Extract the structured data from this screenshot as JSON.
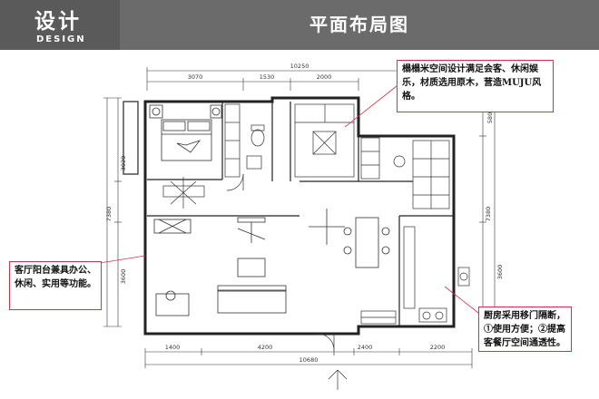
{
  "brand": {
    "cn": "设计",
    "en": "DESIGN"
  },
  "title": "平面布局图",
  "dimensions": {
    "top_total": "10250",
    "top_segments": [
      "3070",
      "1530",
      "2000"
    ],
    "bottom_total": "10680",
    "bottom_segments": [
      "1400",
      "4200",
      "2400",
      "2200"
    ],
    "left": [
      "3020",
      "7380",
      "3600"
    ],
    "right": [
      "580",
      "7380",
      "3600"
    ]
  },
  "callouts": {
    "study": "榻榻米空间设计满足会客、休闲娱乐，材质选用原木，营造MUJU风格。",
    "living": "客厅阳台兼具办公、休闲、实用等功能。",
    "kitchen": "厨房采用移门隔断，①使用方便；②提高客餐厅空间通透性。"
  },
  "colors": {
    "header": "#6b6b6b",
    "brand_bg": "#5a5a5a",
    "callout_border": "#d4304a",
    "wall": "#222222"
  }
}
